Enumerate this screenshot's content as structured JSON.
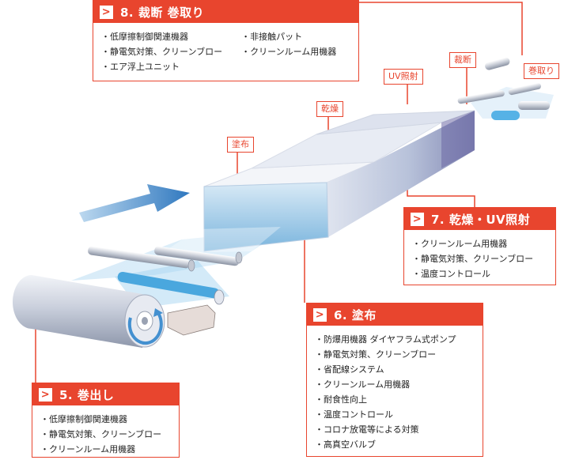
{
  "stage_labels": {
    "coating": "塗布",
    "drying": "乾燥",
    "uv": "UV照射",
    "cutting": "裁断",
    "winding": "巻取り"
  },
  "boxes": {
    "cut_wind": {
      "title": "8. 裁断 巻取り",
      "col1": [
        "低摩擦制御関連機器",
        "静電気対策、クリーンブロー",
        "エア浮上ユニット"
      ],
      "col2": [
        "非接触パット",
        "クリーンルーム用機器"
      ]
    },
    "dry_uv": {
      "title": "7. 乾燥・UV照射",
      "items": [
        "クリーンルーム用機器",
        "静電気対策、クリーンブロー",
        "温度コントロール"
      ]
    },
    "coating": {
      "title": "6. 塗布",
      "items": [
        "防爆用機器 ダイヤフラム式ポンプ",
        "静電気対策、クリーンブロー",
        "省配線システム",
        "クリーンルーム用機器",
        "耐食性向上",
        "温度コントロール",
        "コロナ放電等による対策",
        "高真空バルブ"
      ]
    },
    "unwind": {
      "title": "5. 巻出し",
      "items": [
        "低摩擦制御関連機器",
        "静電気対策、クリーンブロー",
        "クリーンルーム用機器"
      ]
    }
  },
  "colors": {
    "accent": "#e8452e",
    "tunnel": "#c9d6ea",
    "arrow": "#3f86c6"
  }
}
